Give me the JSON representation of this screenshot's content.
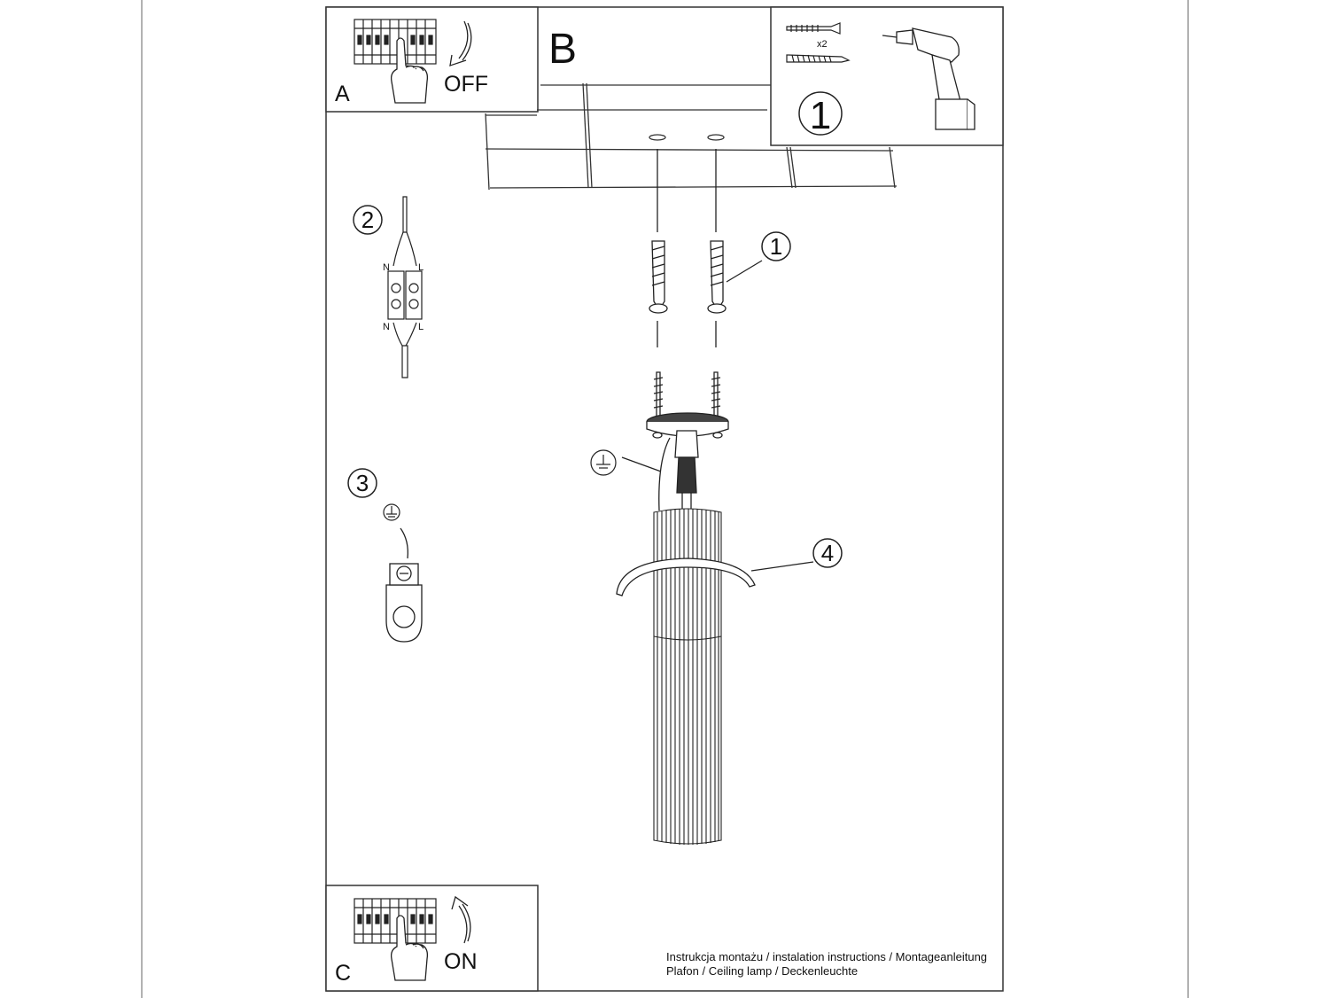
{
  "panel_a": {
    "letter": "A",
    "action": "OFF"
  },
  "panel_b": {
    "letter": "B"
  },
  "panel_c": {
    "letter": "C",
    "action": "ON"
  },
  "tools_box": {
    "quantity": "x2",
    "step": "1"
  },
  "steps": {
    "anchor": "1",
    "wiring": "2",
    "ground": "3",
    "ring": "4"
  },
  "terminal_labels": {
    "n_top": "N",
    "l_top": "L",
    "n_bottom": "N",
    "l_bottom": "L"
  },
  "footer": {
    "line1": "Instrukcja montażu / instalation instructions / Montageanleitung",
    "line2": "Plafon / Ceiling lamp / Deckenleuchte"
  }
}
